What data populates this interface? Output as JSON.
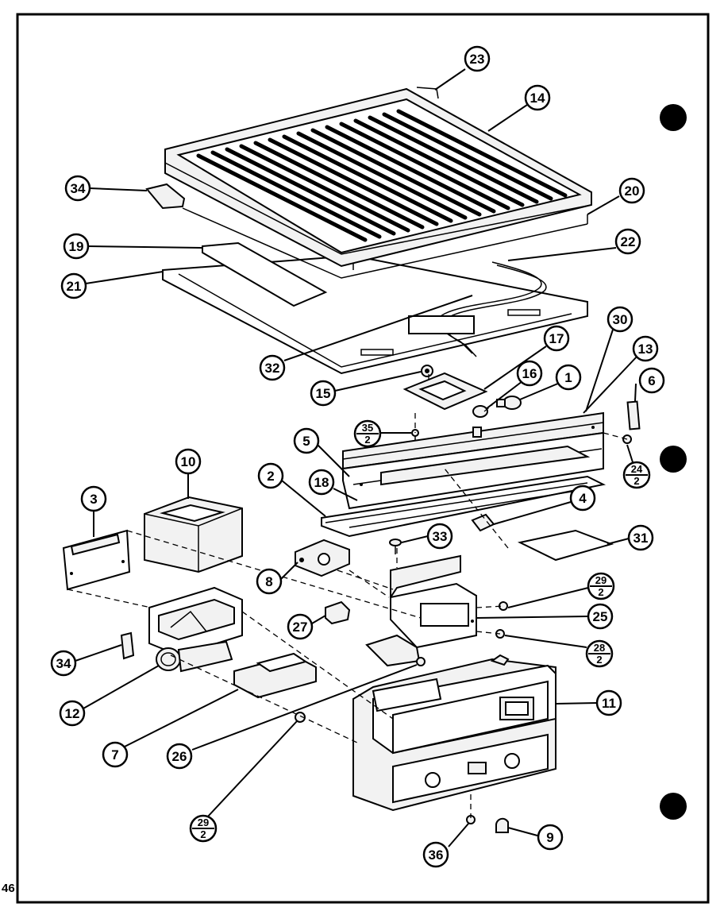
{
  "page_number": "46",
  "colors": {
    "ink": "#000000",
    "paper": "#ffffff"
  },
  "callouts": {
    "c1": "1",
    "c2": "2",
    "c3": "3",
    "c4": "4",
    "c5": "5",
    "c6": "6",
    "c7": "7",
    "c8": "8",
    "c9": "9",
    "c10": "10",
    "c11": "11",
    "c12": "12",
    "c13": "13",
    "c14": "14",
    "c15": "15",
    "c16": "16",
    "c17": "17",
    "c18": "18",
    "c19": "19",
    "c20": "20",
    "c21": "21",
    "c22": "22",
    "c23": "23",
    "c25": "25",
    "c26": "26",
    "c27": "27",
    "c30": "30",
    "c31": "31",
    "c32": "32",
    "c33": "33",
    "c34a": "34",
    "c34b": "34",
    "c36": "36"
  },
  "fraction_callouts": {
    "f35": {
      "num": "35",
      "den": "2"
    },
    "f24": {
      "num": "24",
      "den": "2"
    },
    "f29a": {
      "num": "29",
      "den": "2"
    },
    "f28": {
      "num": "28",
      "den": "2"
    },
    "f29b": {
      "num": "29",
      "den": "2"
    }
  }
}
